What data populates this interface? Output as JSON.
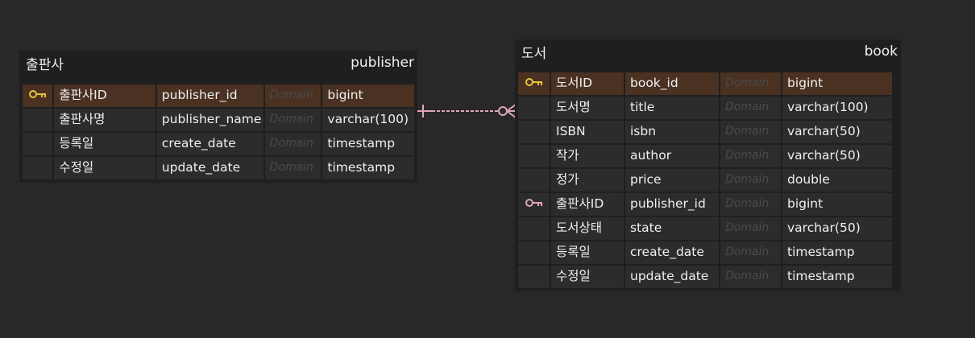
{
  "colors": {
    "background": "#282828",
    "entity_bg": "#1f1f1f",
    "cell_bg": "#2c2c2c",
    "pk_row_bg": "#4a3122",
    "pk_key_icon": "#e8c33a",
    "fk_key_icon": "#e0a4b6",
    "relationship_line": "#e0a4b6",
    "domain_text": "#4a4a4a"
  },
  "entities": {
    "publisher": {
      "logical_name": "출판사",
      "physical_name": "publisher",
      "columns": [
        {
          "key": "pk",
          "key_icon": "key-icon",
          "logical": "출판사ID",
          "physical": "publisher_id",
          "domain": "Domain",
          "type": "bigint"
        },
        {
          "key": "",
          "logical": "출판사명",
          "physical": "publisher_name",
          "domain": "Domain",
          "type": "varchar(100)"
        },
        {
          "key": "",
          "logical": "등록일",
          "physical": "create_date",
          "domain": "Domain",
          "type": "timestamp"
        },
        {
          "key": "",
          "logical": "수정일",
          "physical": "update_date",
          "domain": "Domain",
          "type": "timestamp"
        }
      ]
    },
    "book": {
      "logical_name": "도서",
      "physical_name": "book",
      "columns": [
        {
          "key": "pk",
          "key_icon": "key-icon",
          "logical": "도서ID",
          "physical": "book_id",
          "domain": "Domain",
          "type": "bigint"
        },
        {
          "key": "",
          "logical": "도서명",
          "physical": "title",
          "domain": "Domain",
          "type": "varchar(100)"
        },
        {
          "key": "",
          "logical": "ISBN",
          "physical": "isbn",
          "domain": "Domain",
          "type": "varchar(50)"
        },
        {
          "key": "",
          "logical": "작가",
          "physical": "author",
          "domain": "Domain",
          "type": "varchar(50)"
        },
        {
          "key": "",
          "logical": "정가",
          "physical": "price",
          "domain": "Domain",
          "type": "double"
        },
        {
          "key": "fk",
          "key_icon": "key-icon",
          "logical": "출판사ID",
          "physical": "publisher_id",
          "domain": "Domain",
          "type": "bigint"
        },
        {
          "key": "",
          "logical": "도서상태",
          "physical": "state",
          "domain": "Domain",
          "type": "varchar(50)"
        },
        {
          "key": "",
          "logical": "등록일",
          "physical": "create_date",
          "domain": "Domain",
          "type": "timestamp"
        },
        {
          "key": "",
          "logical": "수정일",
          "physical": "update_date",
          "domain": "Domain",
          "type": "timestamp"
        }
      ]
    }
  },
  "relationship": {
    "from": "publisher",
    "to": "book",
    "from_cardinality": "one-only",
    "to_cardinality": "zero-or-many",
    "line_style": "dashed"
  }
}
